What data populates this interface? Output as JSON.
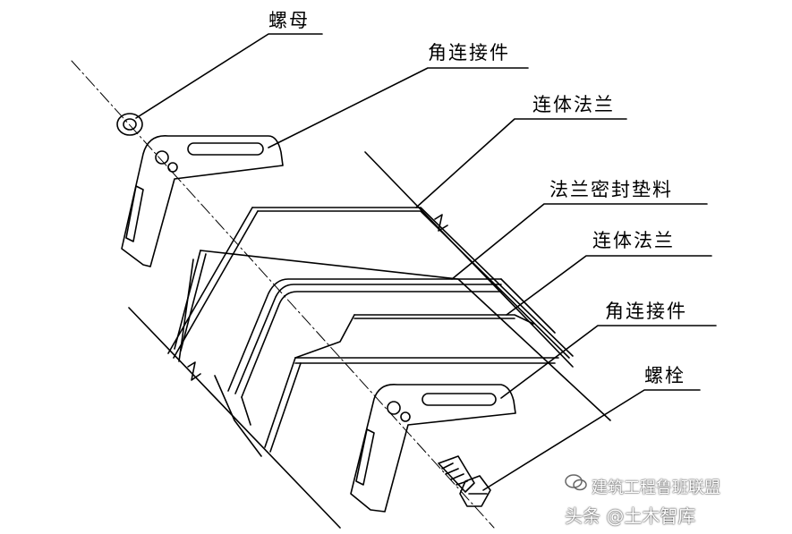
{
  "diagram": {
    "labels": {
      "nut": "螺母",
      "corner_connector_top": "角连接件",
      "flange_top": "连体法兰",
      "gasket": "法兰密封垫料",
      "flange_bottom": "连体法兰",
      "corner_connector_bottom": "角连接件",
      "bolt": "螺栓"
    },
    "icons": [
      "nut-icon",
      "bolt-icon",
      "wechat-icon"
    ],
    "colors": {
      "line": "#000000",
      "background": "#ffffff"
    }
  },
  "watermark": {
    "line1": "建筑工程鲁班联盟",
    "line2": "头条 @土木智库"
  }
}
